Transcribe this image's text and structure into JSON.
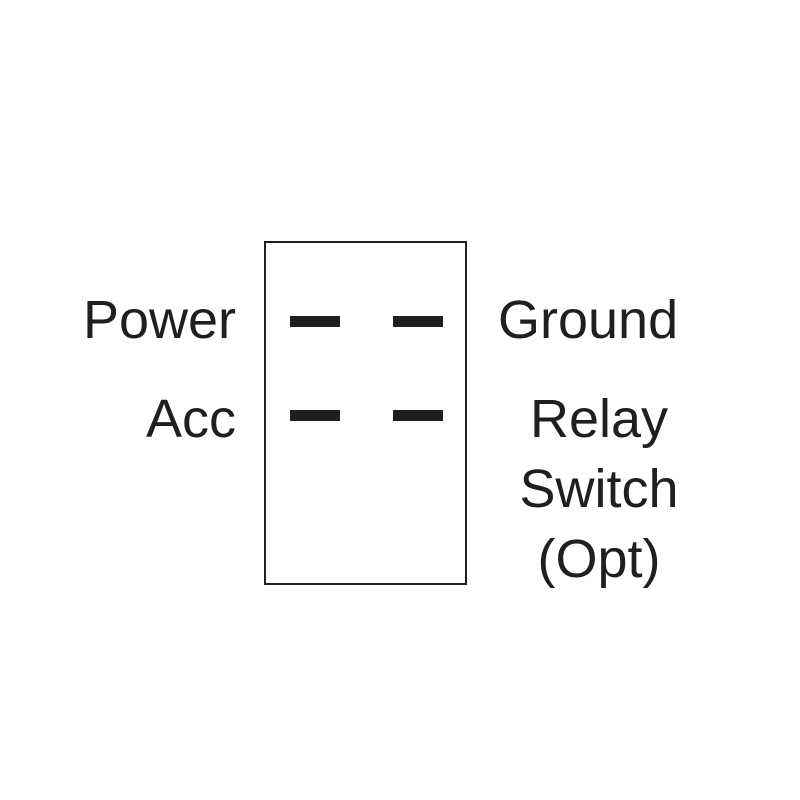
{
  "labels": {
    "power": "Power",
    "ground": "Ground",
    "acc": "Acc",
    "relay_lines": [
      "Relay",
      "Switch",
      "(Opt)"
    ]
  },
  "colors": {
    "stroke": "#1f1f1f",
    "background": "#ffffff"
  }
}
